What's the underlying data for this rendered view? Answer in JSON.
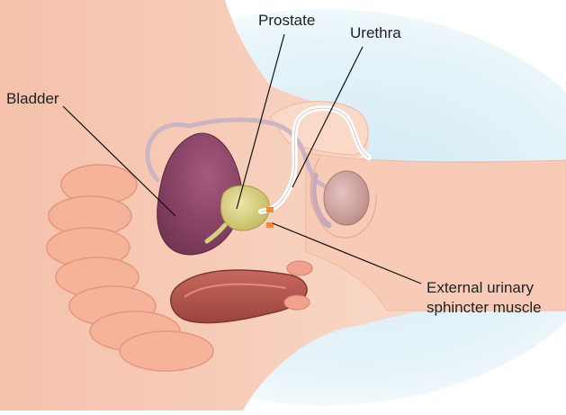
{
  "labels": {
    "prostate": "Prostate",
    "urethra": "Urethra",
    "bladder": "Bladder",
    "sphincter_line1": "External urinary",
    "sphincter_line2": "sphincter muscle"
  },
  "colors": {
    "background_glow": "#d8eef6",
    "body_skin": "#f7cdb8",
    "body_skin_light": "#fbe0d2",
    "body_outline": "#e9b8a2",
    "bladder": "#8e4668",
    "prostate": "#d8cf7a",
    "urethra": "#ffffff",
    "vas_deferens": "#cbb2c2",
    "sphincter": "#f08a3c",
    "intestine": "#f5b39a",
    "rectum": "#b5574e",
    "testis": "#c99590",
    "leader_line": "#111111"
  }
}
